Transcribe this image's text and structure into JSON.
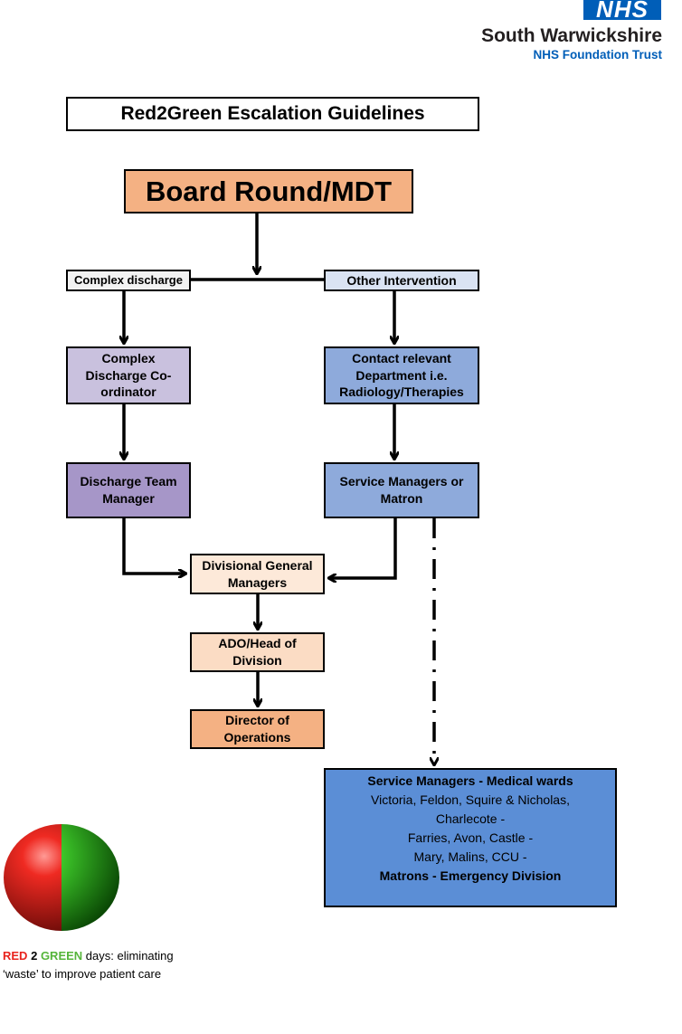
{
  "logo": {
    "badge": "NHS",
    "org_name": "South Warwickshire",
    "org_sub": "NHS Foundation Trust"
  },
  "title": "Red2Green Escalation Guidelines",
  "nodes": {
    "board_round": "Board Round/MDT",
    "complex_discharge": "Complex discharge",
    "other_intervention": "Other Intervention",
    "complex_discharge_coordinator": [
      "Complex",
      "Discharge Co-",
      "ordinator"
    ],
    "contact_department": [
      "Contact relevant",
      "Department i.e.",
      "Radiology/Therapies"
    ],
    "discharge_team_manager": [
      "Discharge Team",
      "Manager"
    ],
    "service_managers_matron": [
      "Service Managers or",
      "Matron"
    ],
    "divisional_general_managers": [
      "Divisional General",
      "Managers"
    ],
    "ado_head_division": [
      "ADO/Head of",
      "Division"
    ],
    "director_operations": [
      "Director of",
      "Operations"
    ],
    "medical_wards": {
      "heading": "Service Managers - Medical wards",
      "lines": [
        "Victoria, Feldon, Squire & Nicholas,",
        "Charlecote -",
        "Farries, Avon, Castle -",
        "Mary, Malins, CCU -"
      ],
      "footer": "Matrons  - Emergency Division"
    }
  },
  "legend": {
    "red": "RED",
    "two": "2",
    "green": "GREEN",
    "rest": " days: eliminating",
    "line2": "‘waste’ to improve patient care"
  },
  "colors": {
    "nhs_blue": "#005eb8",
    "orange": "#f4b183",
    "light_blue": "#dae3f3",
    "mid_blue": "#8eaadb",
    "dark_blue": "#5b8ed6",
    "lavender": "#c9c1de",
    "purple": "#a696c8",
    "red": "#e8231d",
    "green": "#55b53a"
  }
}
